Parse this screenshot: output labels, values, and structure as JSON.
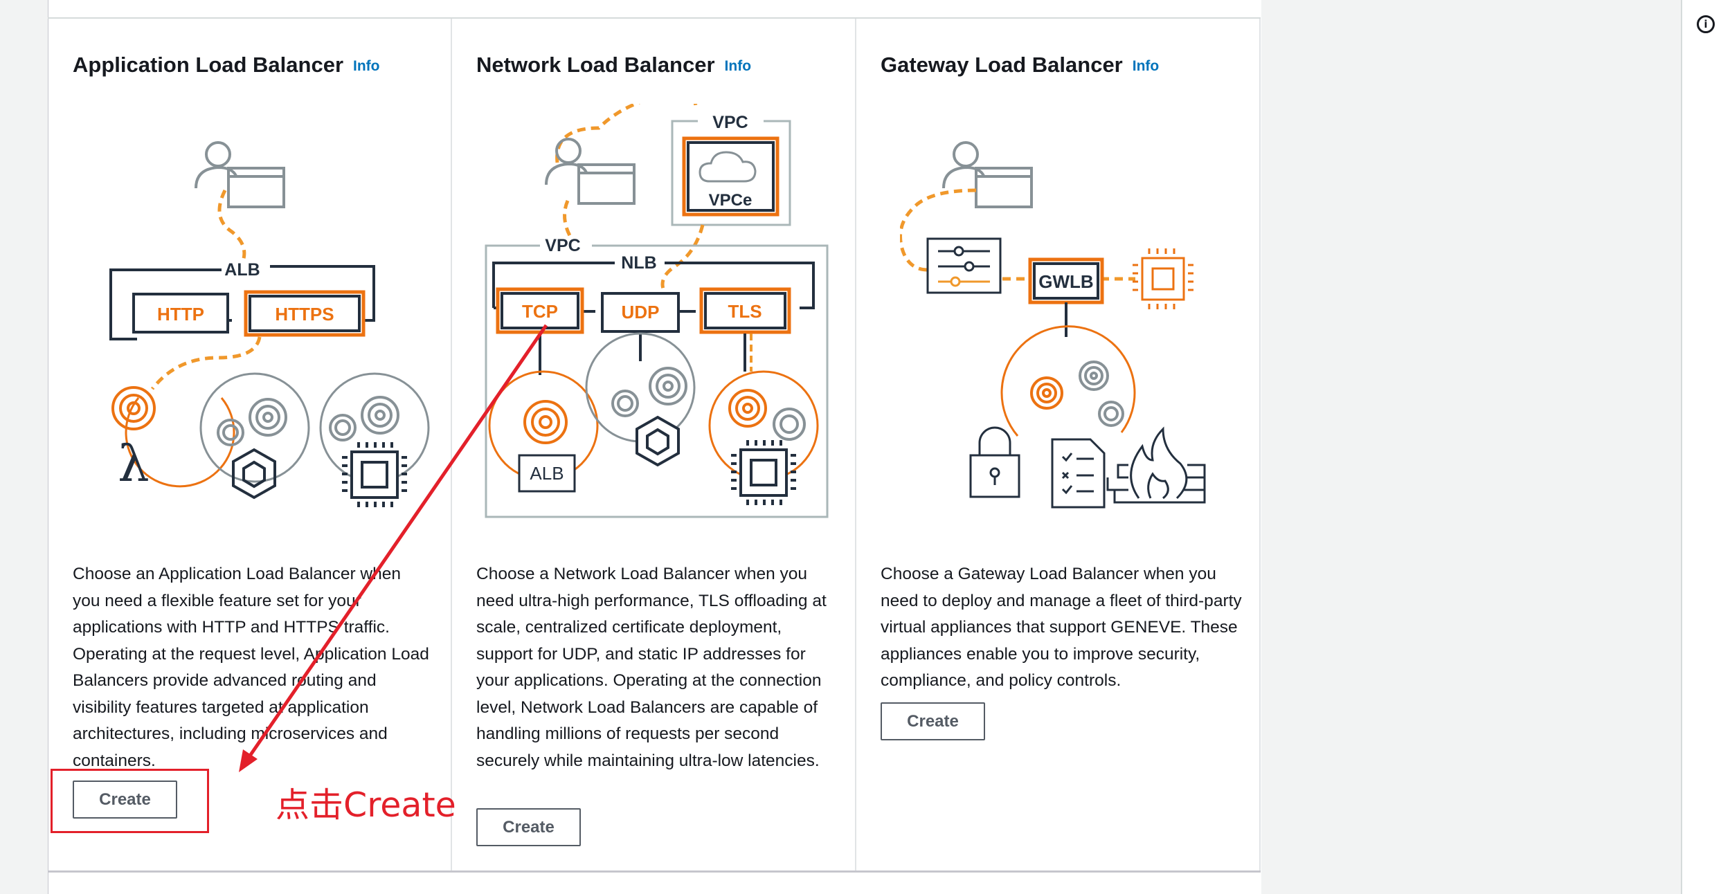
{
  "cards": [
    {
      "title": "Application Load Balancer",
      "info_label": "Info",
      "description": "Choose an Application Load Balancer when you need a flexible feature set for your applications with HTTP and HTTPS traffic. Operating at the request level, Application Load Balancers provide advanced routing and visibility features targeted at application architectures, including microservices and containers.",
      "create_label": "Create",
      "diagram": {
        "group_label": "ALB",
        "listener_1": "HTTP",
        "listener_2": "HTTPS"
      }
    },
    {
      "title": "Network Load Balancer",
      "info_label": "Info",
      "description": "Choose a Network Load Balancer when you need ultra-high performance, TLS offloading at scale, centralized certificate deployment, support for UDP, and static IP addresses for your applications. Operating at the connection level, Network Load Balancers are capable of handling millions of requests per second securely while maintaining ultra-low latencies.",
      "create_label": "Create",
      "diagram": {
        "vpc_top": "VPC",
        "endpoint": "VPCe",
        "vpc": "VPC",
        "group_label": "NLB",
        "listener_1": "TCP",
        "listener_2": "UDP",
        "listener_3": "TLS",
        "target_label": "ALB"
      }
    },
    {
      "title": "Gateway Load Balancer",
      "info_label": "Info",
      "description": "Choose a Gateway Load Balancer when you need to deploy and manage a fleet of third-party virtual appliances that support GENEVE. These appliances enable you to improve security, compliance, and policy controls.",
      "create_label": "Create",
      "diagram": {
        "group_label": "GWLB"
      }
    }
  ],
  "annotation": {
    "note": "点击Create"
  },
  "icons": [
    "info-circle-icon",
    "user-icon",
    "lambda-icon",
    "container-icon",
    "chip-icon",
    "target-icon",
    "lock-icon",
    "checklist-icon",
    "firewall-icon",
    "cloud-icon",
    "filter-icon"
  ],
  "colors": {
    "orange": "#ec7211",
    "dashed_orange": "#f0982b",
    "gray": "#879196",
    "dark": "#232f3e",
    "link": "#0073bb",
    "annotation_red": "#e3202a"
  }
}
